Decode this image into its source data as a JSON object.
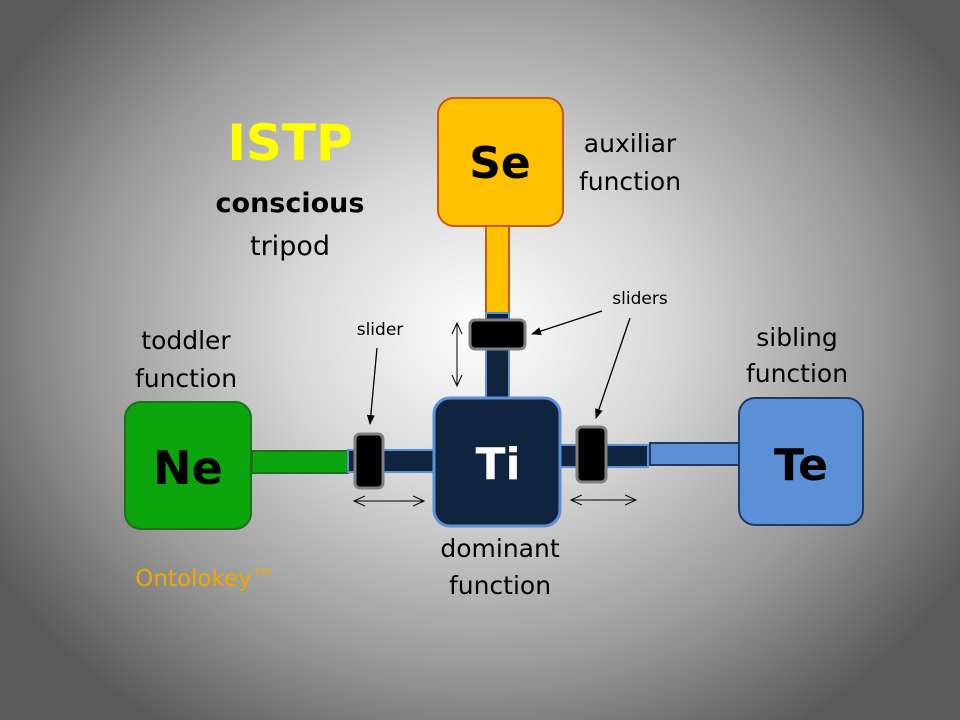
{
  "title": {
    "type": "ISTP",
    "line1": "conscious",
    "line2": "tripod"
  },
  "functions": {
    "dominant": {
      "code": "Ti",
      "label1": "dominant",
      "label2": "function",
      "color": "#10243F"
    },
    "auxiliar": {
      "code": "Se",
      "label1": "auxiliar",
      "label2": "function",
      "color": "#FFC000"
    },
    "toddler": {
      "code": "Ne",
      "label1": "toddler",
      "label2": "function",
      "color": "#0DA50D"
    },
    "sibling": {
      "code": "Te",
      "label1": "sibling",
      "label2": "function",
      "color": "#5B8FD6"
    }
  },
  "annotations": {
    "slider": "slider",
    "sliders": "sliders"
  },
  "brand": "Ontolokey™",
  "colors": {
    "title": "#FFFF00",
    "brand": "#F0A800"
  }
}
